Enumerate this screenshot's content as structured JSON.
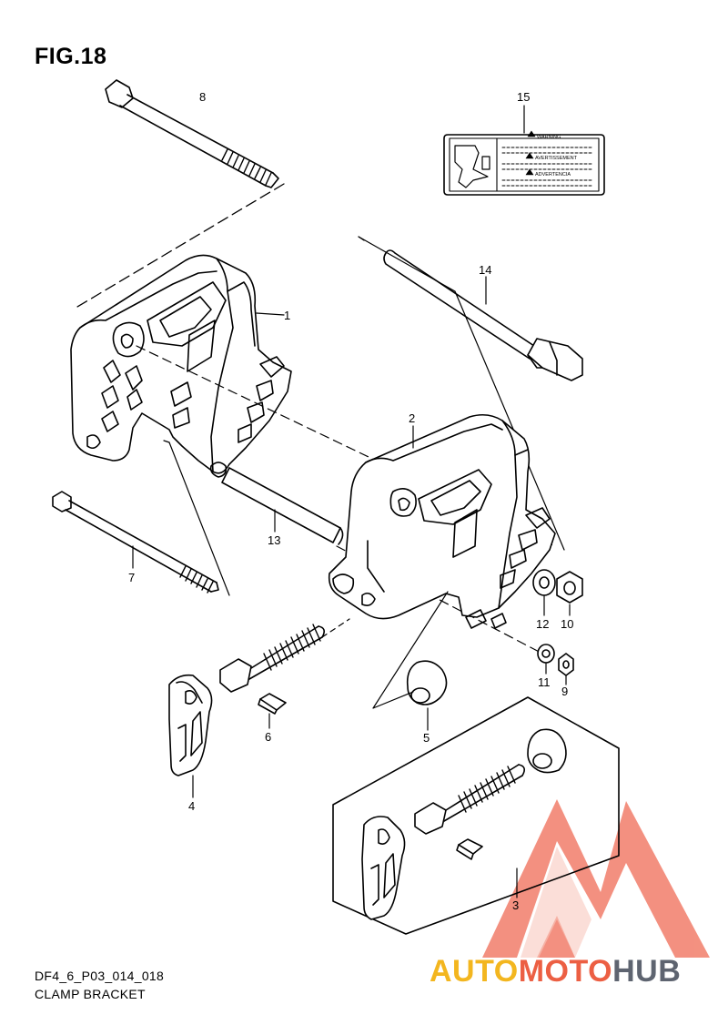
{
  "figure": {
    "title": "FIG.18",
    "code": "DF4_6_P03_014_018",
    "name": "CLAMP BRACKET"
  },
  "callouts": [
    "1",
    "2",
    "3",
    "4",
    "5",
    "6",
    "7",
    "8",
    "9",
    "10",
    "11",
    "12",
    "13",
    "14",
    "15"
  ],
  "label_15": {
    "lines": [
      "WARNING",
      "AVERTISSEMENT",
      "ADVERTENCIA"
    ]
  },
  "watermark": {
    "part_a": "AUTO",
    "part_b": "MOTO",
    "part_c": "HUB",
    "colors": {
      "red": "#ec5f43",
      "yellow": "#f3b61f",
      "gray": "#5e6470"
    }
  }
}
